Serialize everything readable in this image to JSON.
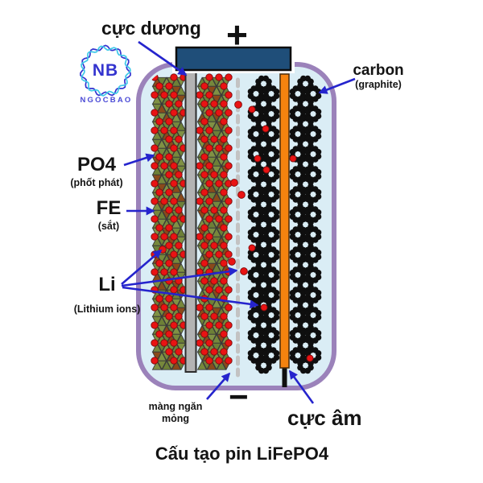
{
  "title": "Cấu tạo pin LiFePO4",
  "logo": {
    "initials": "NB",
    "brand": "NGOCBAO"
  },
  "signs": {
    "positive": "+",
    "negative": "−"
  },
  "labels": {
    "positive_terminal": "cực dương",
    "negative_terminal": "cực âm",
    "carbon": "carbon",
    "carbon_sub": "(graphite)",
    "po4": "PO4",
    "po4_sub": "(phốt phát)",
    "fe": "FE",
    "fe_sub": "(sắt)",
    "li": "Li",
    "li_sub": "(Lithium ions)",
    "separator_line1": "màng ngăn",
    "separator_line2": "mỏng"
  },
  "colors": {
    "arrow_blue": "#2524cd",
    "case_purple": "#9b82ba",
    "electrolyte_fill": "#daedf5",
    "terminal_navy": "#1f4e79",
    "collector_gray": "#b3b3b3",
    "collector_orange": "#f5830f",
    "phosphate_olive": "#77883c",
    "iron_brown": "#8a4a1a",
    "lithium_red": "#e91313",
    "graphite_black": "#0f0f0f",
    "separator_gray": "#c3c3c3",
    "logo_blue": "#3434cf",
    "logo_cyan": "#3fc9e8",
    "text_dark": "#141414"
  }
}
